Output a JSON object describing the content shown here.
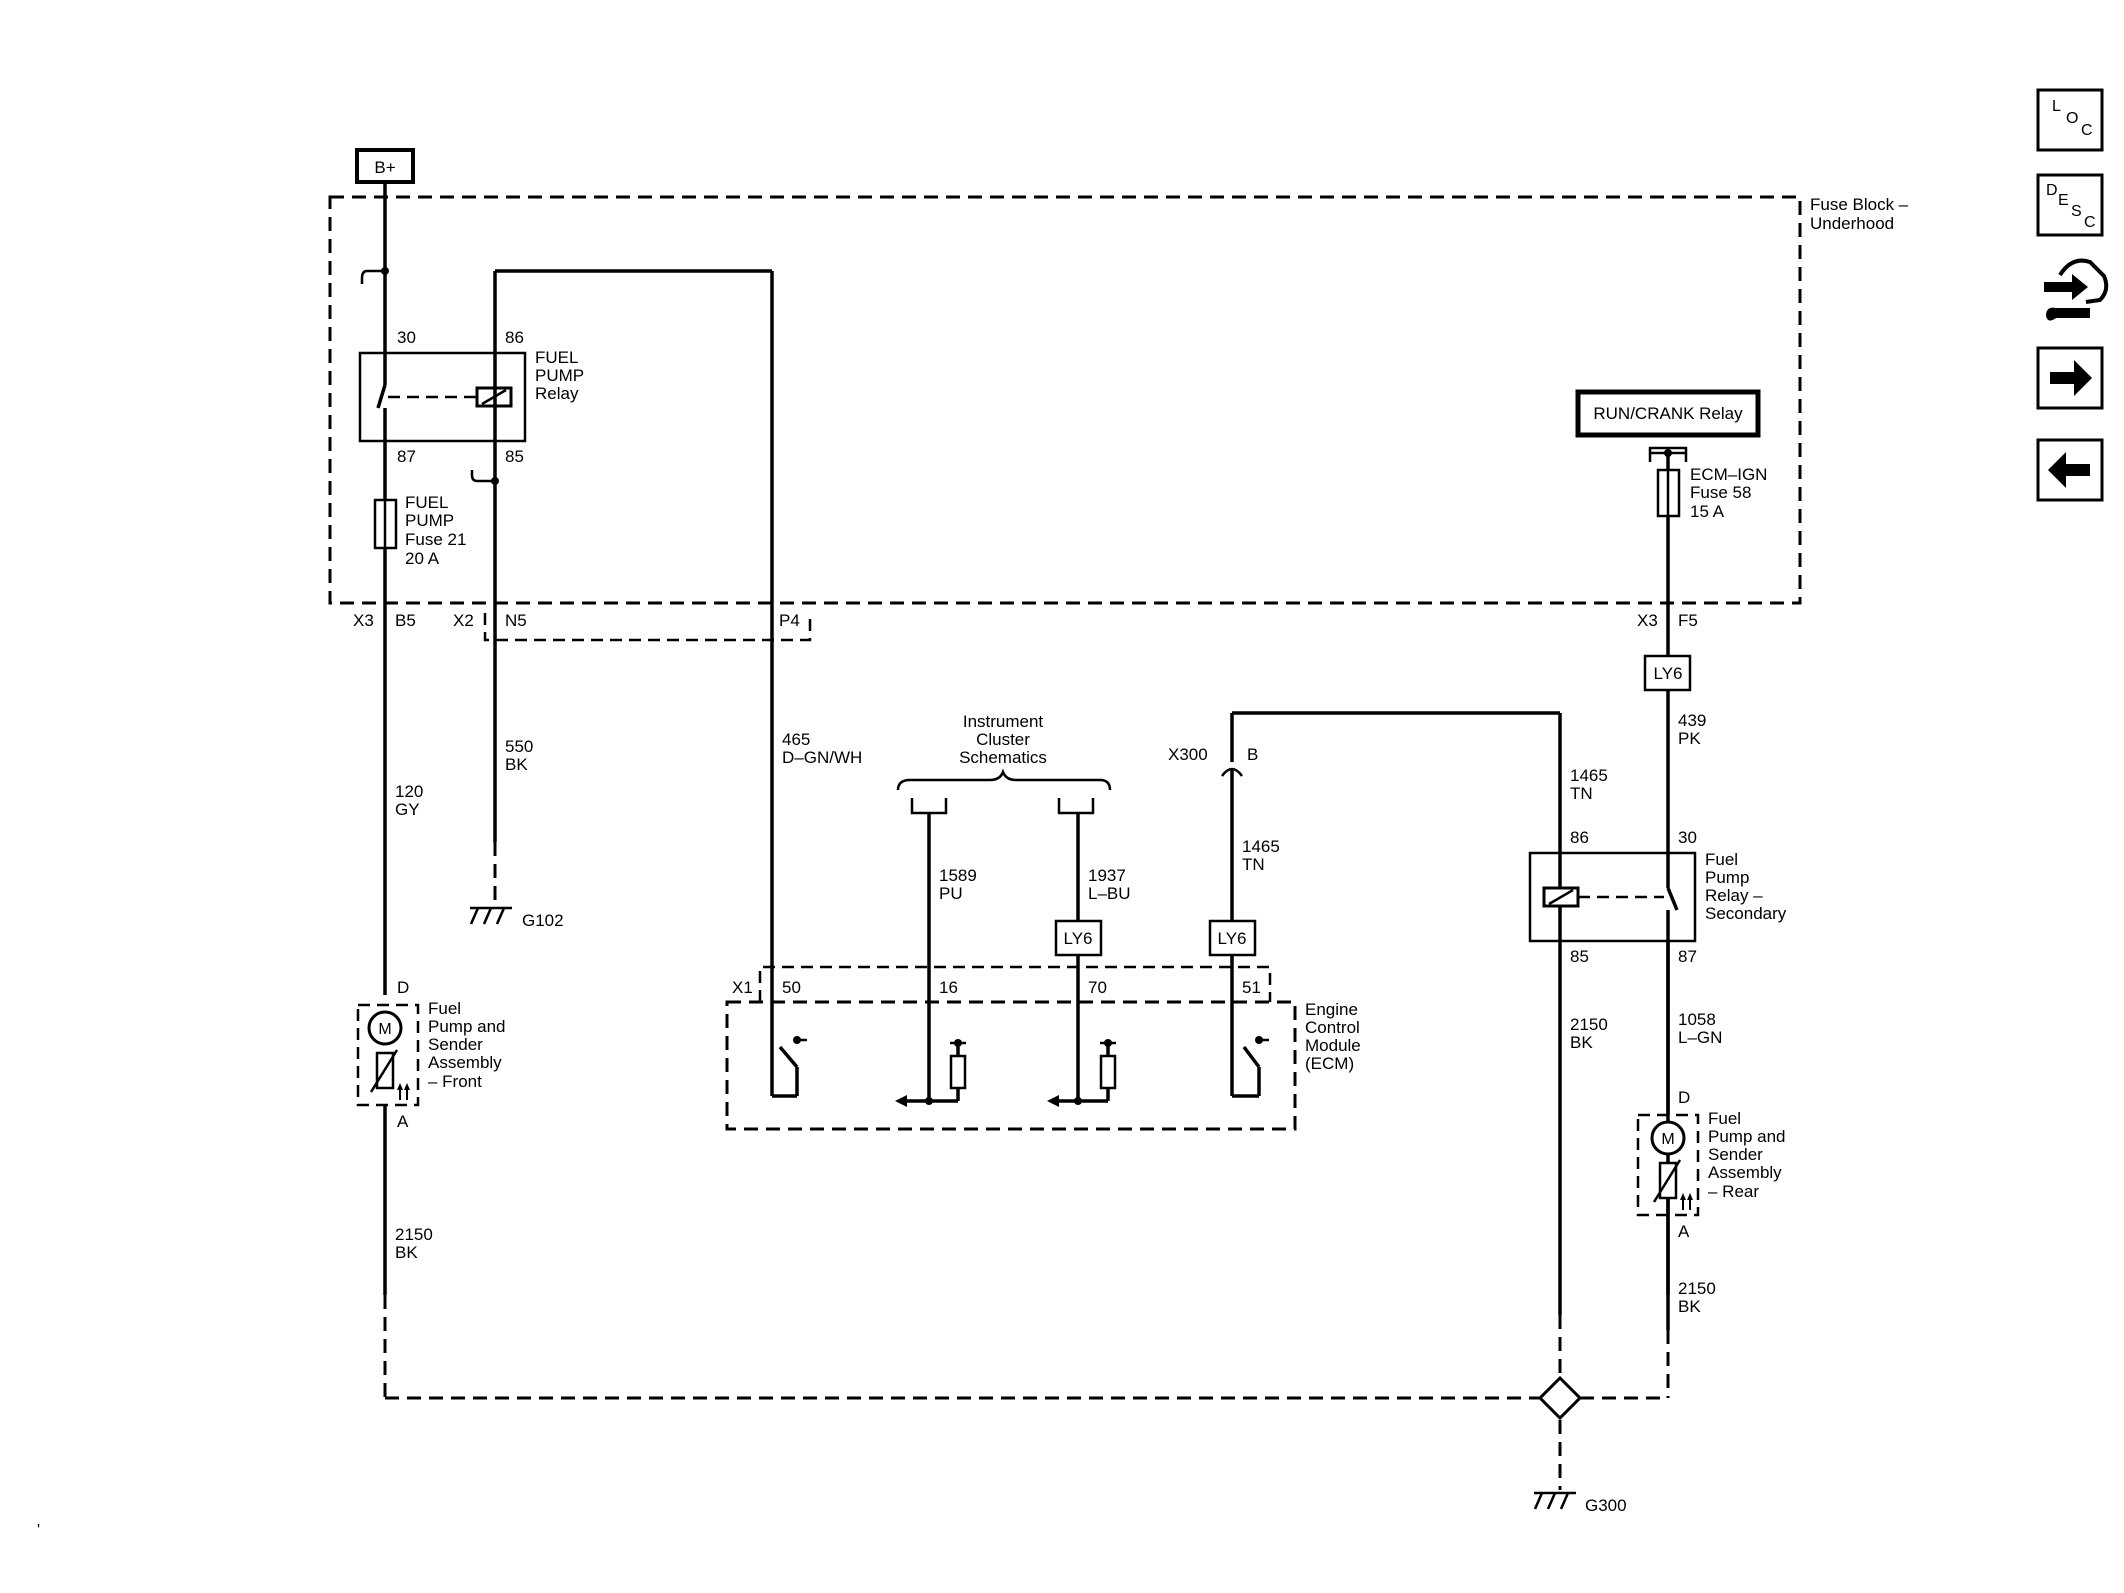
{
  "power_source": "B+",
  "fuse_block_title": [
    "Fuse Block –",
    "Underhood"
  ],
  "fuel_pump_relay": {
    "title": [
      "FUEL",
      "PUMP",
      "Relay"
    ],
    "pin_30": "30",
    "pin_86": "86",
    "pin_87": "87",
    "pin_85": "85"
  },
  "fuel_pump_fuse": [
    "FUEL",
    "PUMP",
    "Fuse 21",
    "20 A"
  ],
  "run_crank_relay": "RUN/CRANK Relay",
  "ecm_ign_fuse": [
    "ECM–IGN",
    "Fuse 58",
    "15 A"
  ],
  "connectors": {
    "x3_left": "X3",
    "b5": "B5",
    "x2": "X2",
    "n5": "N5",
    "p4": "P4",
    "x3_right": "X3",
    "f5": "F5",
    "x300": "X300",
    "b": "B",
    "x1": "X1"
  },
  "wires": {
    "w120": [
      "120",
      "GY"
    ],
    "w550": [
      "550",
      "BK"
    ],
    "w465": [
      "465",
      "D–GN/WH"
    ],
    "w1589": [
      "1589",
      "PU"
    ],
    "w1937": [
      "1937",
      "L–BU"
    ],
    "w1465_ecm": [
      "1465",
      "TN"
    ],
    "w1465_relay": [
      "1465",
      "TN"
    ],
    "w439": [
      "439",
      "PK"
    ],
    "w2150_front": [
      "2150",
      "BK"
    ],
    "w2150_relay": [
      "2150",
      "BK"
    ],
    "w1058": [
      "1058",
      "L–GN"
    ],
    "w2150_rear": [
      "2150",
      "BK"
    ]
  },
  "ground_g102": "G102",
  "ground_g300": "G300",
  "instrument_cluster": [
    "Instrument",
    "Cluster",
    "Schematics"
  ],
  "option_tag": "LY6",
  "ecm": {
    "title": [
      "Engine",
      "Control",
      "Module",
      "(ECM)"
    ],
    "pin_50": "50",
    "pin_16": "16",
    "pin_70": "70",
    "pin_51": "51"
  },
  "secondary_relay": {
    "title": [
      "Fuel",
      "Pump",
      "Relay –",
      "Secondary"
    ],
    "pin_86": "86",
    "pin_30": "30",
    "pin_85": "85",
    "pin_87": "87"
  },
  "front_pump": {
    "title": [
      "Fuel",
      "Pump and",
      "Sender",
      "Assembly",
      "– Front"
    ],
    "pin_d": "D",
    "pin_a": "A",
    "motor": "M"
  },
  "rear_pump": {
    "title": [
      "Fuel",
      "Pump and",
      "Sender",
      "Assembly",
      "– Rear"
    ],
    "pin_d": "D",
    "pin_a": "A",
    "motor": "M"
  },
  "nav": {
    "loc": [
      "L",
      "O",
      "C"
    ],
    "desc": [
      "D",
      "E",
      "S",
      "C"
    ],
    "page_corner": "'"
  }
}
